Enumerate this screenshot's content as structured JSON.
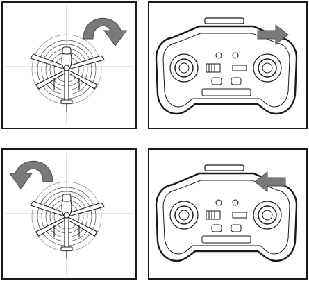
{
  "figure": {
    "panels": [
      {
        "id": "heli-top",
        "content": "helicopter-top-view",
        "rotation_direction": "clockwise",
        "arrow_color": "#7a7a7a"
      },
      {
        "id": "remote-top",
        "content": "remote-controller",
        "arrow_direction": "right",
        "arrow_color": "#7a7a7a"
      },
      {
        "id": "heli-bottom",
        "content": "helicopter-top-view",
        "rotation_direction": "counterclockwise",
        "arrow_color": "#7a7a7a"
      },
      {
        "id": "remote-bottom",
        "content": "remote-controller",
        "arrow_direction": "left",
        "arrow_color": "#7a7a7a"
      }
    ],
    "colors": {
      "outline": "#1a1a1a",
      "arrow": "#7a7a7a",
      "grid_line": "#b0b0b0",
      "background": "#ffffff"
    }
  }
}
